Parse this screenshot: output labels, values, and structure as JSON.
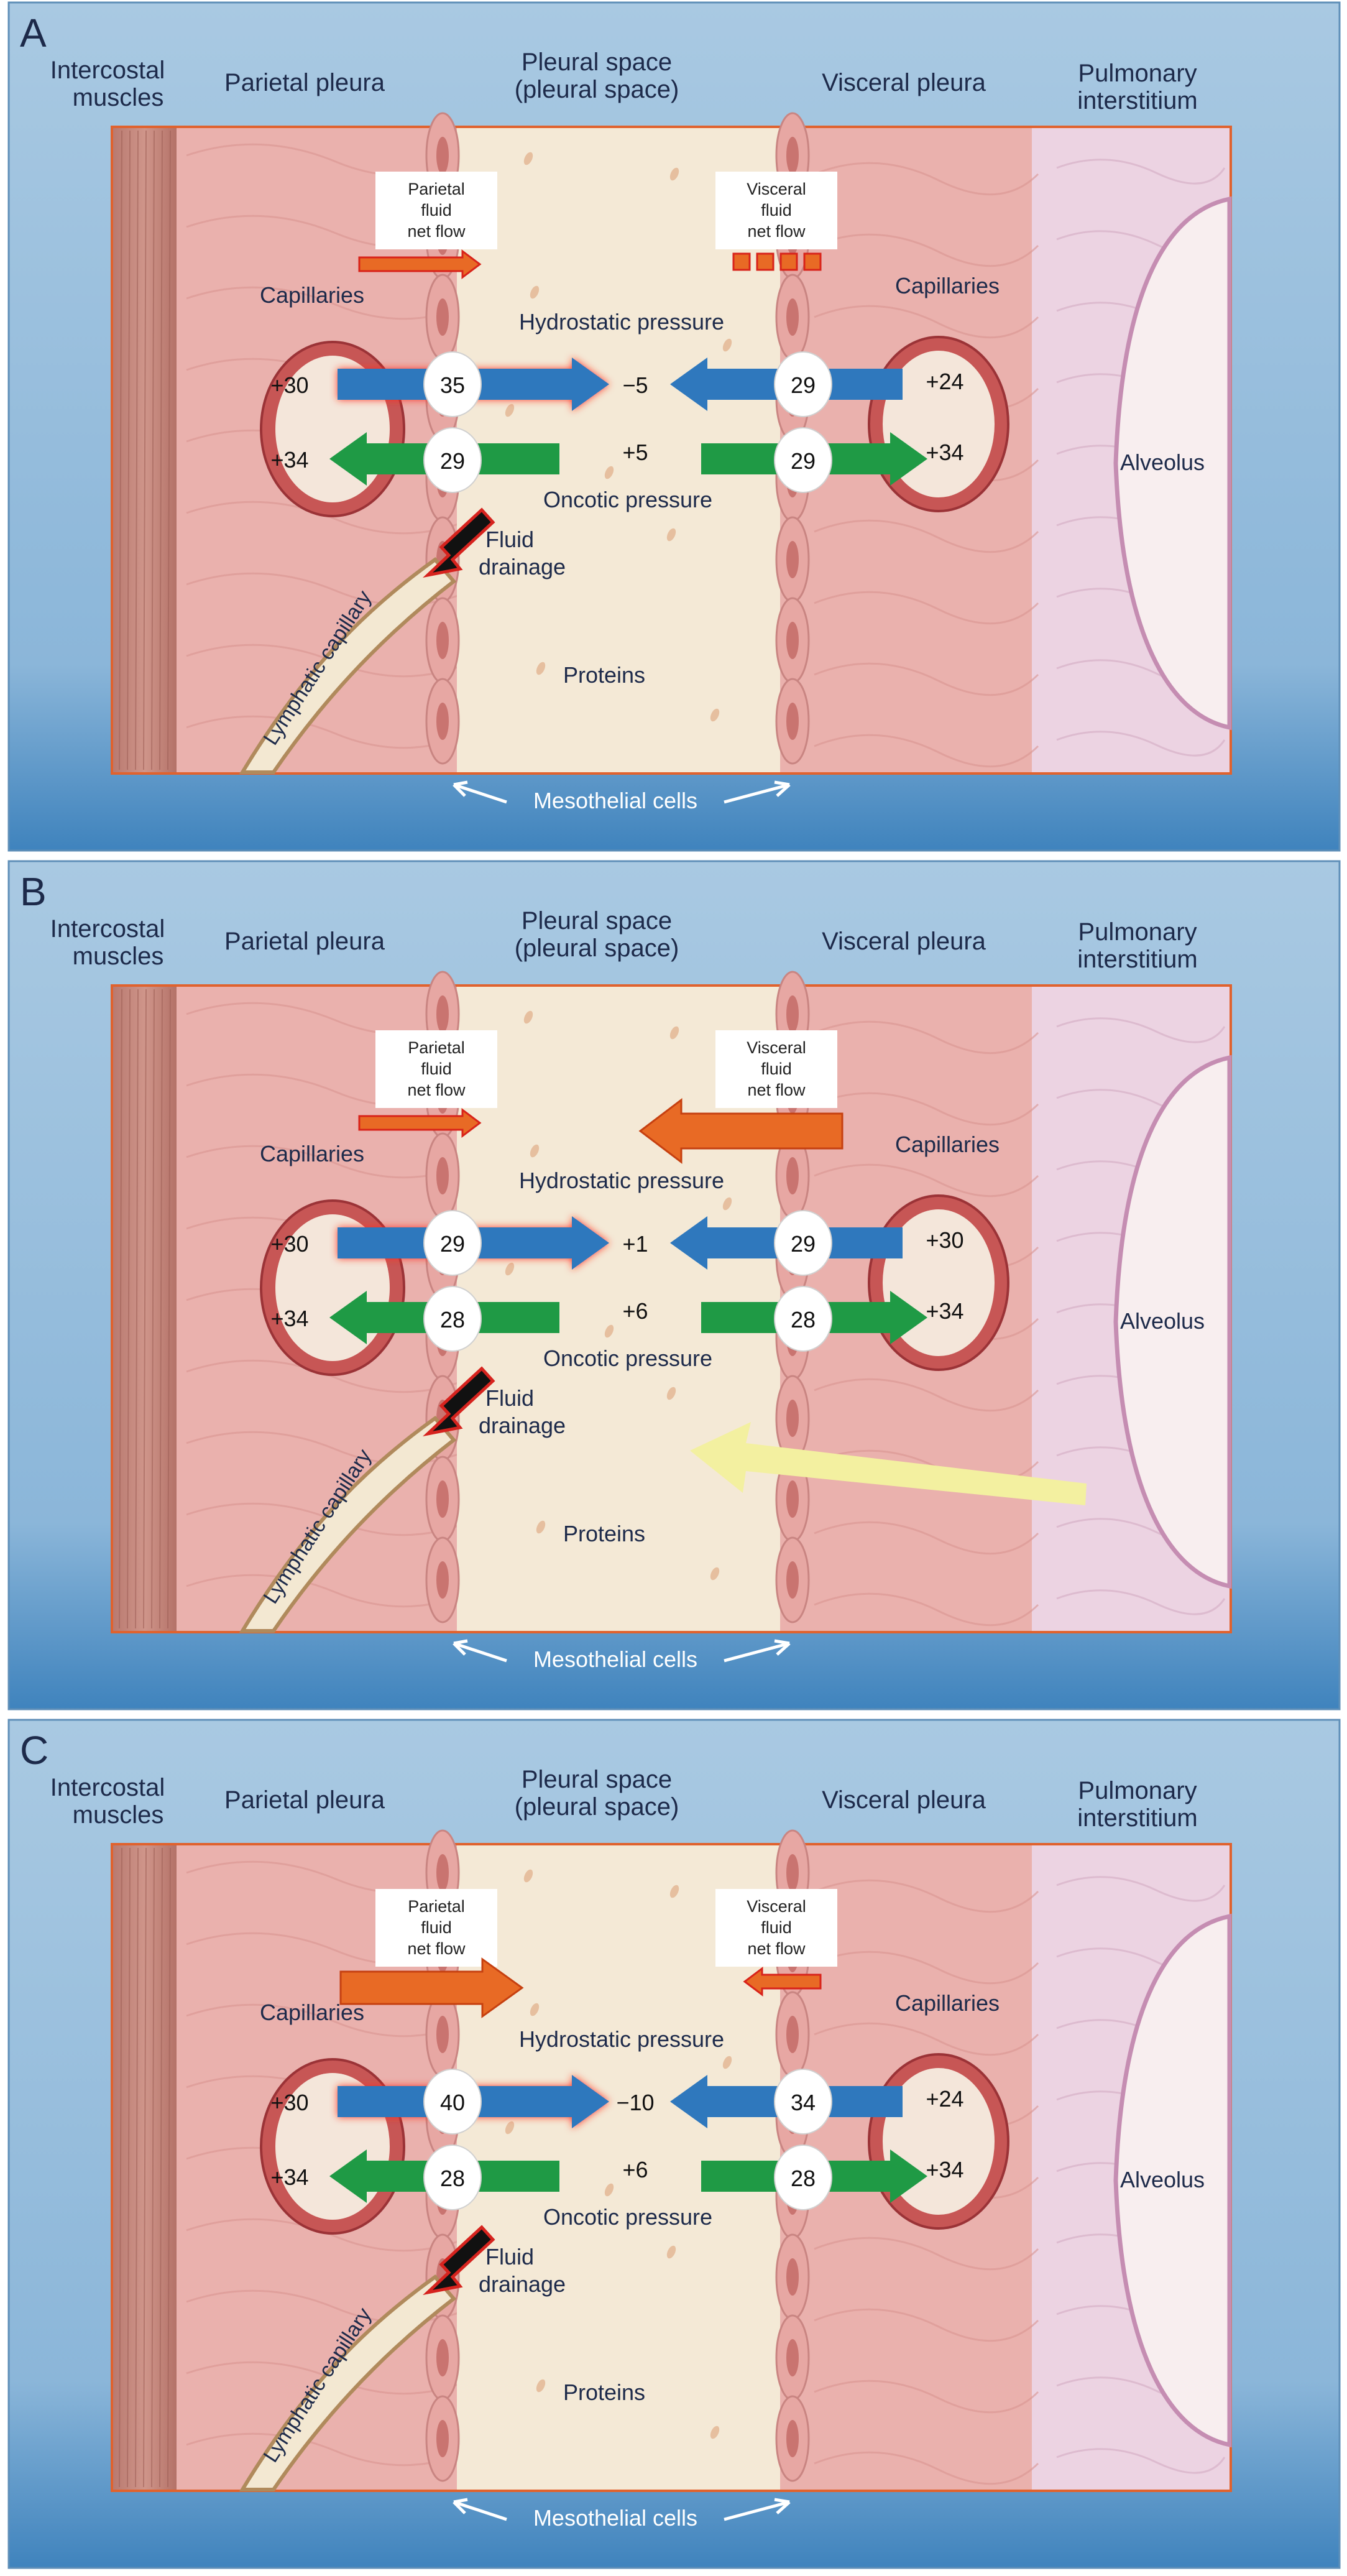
{
  "panels": [
    {
      "letter": "A",
      "headers": {
        "intercostal": [
          "Intercostal",
          "muscles"
        ],
        "parietal": "Parietal pleura",
        "space": [
          "Pleural space",
          "(pleural space)"
        ],
        "visceral": "Visceral pleura",
        "interstitium": [
          "Pulmonary",
          "interstitium"
        ]
      },
      "parietal_box": [
        "Parietal",
        "fluid",
        "net flow"
      ],
      "visceral_box": [
        "Visceral",
        "fluid",
        "net flow"
      ],
      "parietal_flow": "small",
      "visceral_flow": "dashed",
      "capillaries_left": "Capillaries",
      "capillaries_right": "Capillaries",
      "hydrostatic_label": "Hydrostatic pressure",
      "oncotic_label": "Oncotic pressure",
      "cap_hydro_left": "+30",
      "cap_onc_left": "+34",
      "cap_hydro_right": "+24",
      "cap_onc_right": "+34",
      "net_hydro_left": "35",
      "net_onc_left": "29",
      "net_hydro_right": "29",
      "net_onc_right": "29",
      "space_hydro": "−5",
      "space_onc": "+5",
      "fluid_drainage": [
        "Fluid",
        "drainage"
      ],
      "lymphatic": "Lymphatic capillary",
      "proteins": "Proteins",
      "mesothelial": "Mesothelial cells",
      "alveolus": "Alveolus",
      "interstitial_arrow": false
    },
    {
      "letter": "B",
      "headers": {
        "intercostal": [
          "Intercostal",
          "muscles"
        ],
        "parietal": "Parietal pleura",
        "space": [
          "Pleural space",
          "(pleural space)"
        ],
        "visceral": "Visceral pleura",
        "interstitium": [
          "Pulmonary",
          "interstitium"
        ]
      },
      "parietal_box": [
        "Parietal",
        "fluid",
        "net flow"
      ],
      "visceral_box": [
        "Visceral",
        "fluid",
        "net flow"
      ],
      "parietal_flow": "small",
      "visceral_flow": "large",
      "capillaries_left": "Capillaries",
      "capillaries_right": "Capillaries",
      "hydrostatic_label": "Hydrostatic pressure",
      "oncotic_label": "Oncotic pressure",
      "cap_hydro_left": "+30",
      "cap_onc_left": "+34",
      "cap_hydro_right": "+30",
      "cap_onc_right": "+34",
      "net_hydro_left": "29",
      "net_onc_left": "28",
      "net_hydro_right": "29",
      "net_onc_right": "28",
      "space_hydro": "+1",
      "space_onc": "+6",
      "fluid_drainage": [
        "Fluid",
        "drainage"
      ],
      "lymphatic": "Lymphatic capillary",
      "proteins": "Proteins",
      "mesothelial": "Mesothelial cells",
      "alveolus": "Alveolus",
      "interstitial_arrow": true
    },
    {
      "letter": "C",
      "headers": {
        "intercostal": [
          "Intercostal",
          "muscles"
        ],
        "parietal": "Parietal pleura",
        "space": [
          "Pleural space",
          "(pleural space)"
        ],
        "visceral": "Visceral pleura",
        "interstitium": [
          "Pulmonary",
          "interstitium"
        ]
      },
      "parietal_box": [
        "Parietal",
        "fluid",
        "net flow"
      ],
      "visceral_box": [
        "Visceral",
        "fluid",
        "net flow"
      ],
      "parietal_flow": "large",
      "visceral_flow": "small",
      "capillaries_left": "Capillaries",
      "capillaries_right": "Capillaries",
      "hydrostatic_label": "Hydrostatic pressure",
      "oncotic_label": "Oncotic pressure",
      "cap_hydro_left": "+30",
      "cap_onc_left": "+34",
      "cap_hydro_right": "+24",
      "cap_onc_right": "+34",
      "net_hydro_left": "40",
      "net_onc_left": "28",
      "net_hydro_right": "34",
      "net_onc_right": "28",
      "space_hydro": "−10",
      "space_onc": "+6",
      "fluid_drainage": [
        "Fluid",
        "drainage"
      ],
      "lymphatic": "Lymphatic capillary",
      "proteins": "Proteins",
      "mesothelial": "Mesothelial cells",
      "alveolus": "Alveolus",
      "interstitial_arrow": false
    }
  ],
  "colors": {
    "panel_top": "#a9c9e2",
    "panel_bottom": "#3f83bd",
    "tissue": "#eab1ad",
    "muscle": "#c98b80",
    "space": "#f4e9d6",
    "interstitium": "#ecd3e2",
    "hydrostatic_arrow": "#2f78bd",
    "oncotic_arrow": "#1f9a45",
    "flow_arrow": "#e86a25",
    "interstitial_arrow": "#f3f0a0",
    "text_dark": "#1d2a4a"
  }
}
